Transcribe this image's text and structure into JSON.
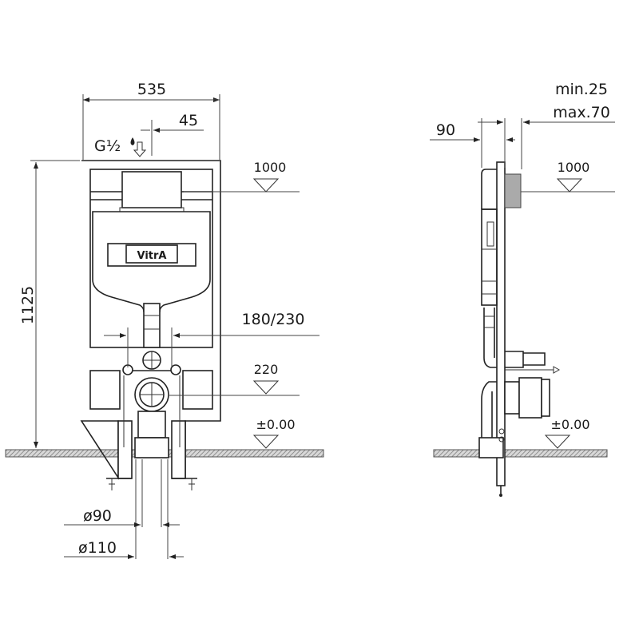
{
  "front_view": {
    "width_dim": "535",
    "offset_dim": "45",
    "water_inlet": "G½",
    "height_dim": "1125",
    "level_top": "1000",
    "fixing_dim": "180/230",
    "level_drain": "220",
    "level_floor": "±0.00",
    "pipe_90": "ø90",
    "pipe_110": "ø110",
    "logo": "VitrA"
  },
  "side_view": {
    "depth_dim": "90",
    "min_dim": "min.25",
    "max_dim": "max.70",
    "level_top": "1000",
    "level_floor": "±0.00"
  },
  "colors": {
    "line": "#222222",
    "hatch": "#8a8a8a"
  }
}
